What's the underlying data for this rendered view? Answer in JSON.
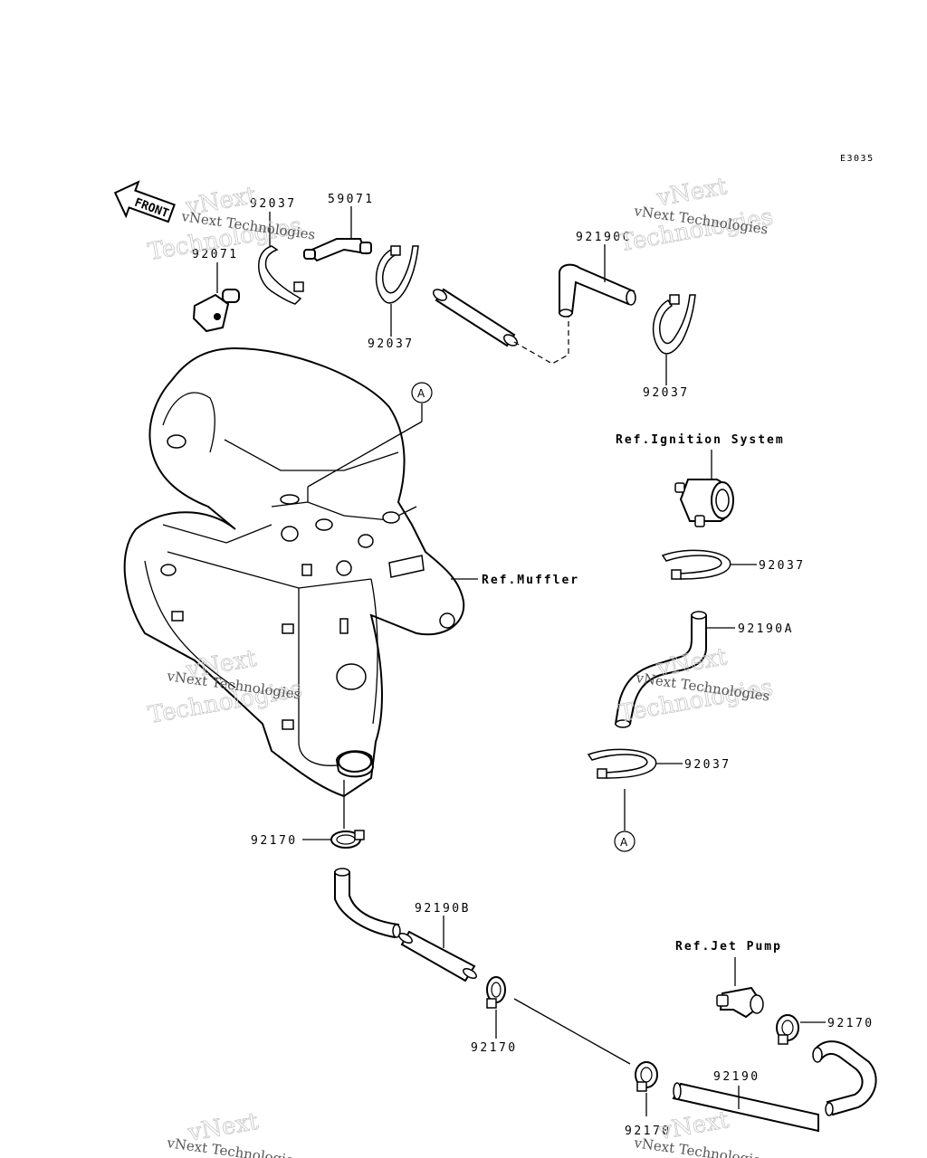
{
  "diagram_code": "E3035",
  "front_label": "FRONT",
  "parts": {
    "p92037_a": "92037",
    "p59071": "59071",
    "p92071": "92071",
    "p92037_b": "92037",
    "p92190c": "92190C",
    "p92037_c": "92037",
    "p92037_d": "92037",
    "p92190a": "92190A",
    "p92037_e": "92037",
    "p92170_a": "92170",
    "p92190b": "92190B",
    "p92170_b": "92170",
    "p92170_c": "92170",
    "p92190": "92190",
    "p92170_d": "92170"
  },
  "references": {
    "ignition": "Ref.Ignition System",
    "muffler": "Ref.Muffler",
    "jet_pump": "Ref.Jet Pump"
  },
  "callout_a": "A",
  "watermark": {
    "line1": "vNext",
    "line2": "Technologies",
    "small": "vNext Technologies"
  }
}
